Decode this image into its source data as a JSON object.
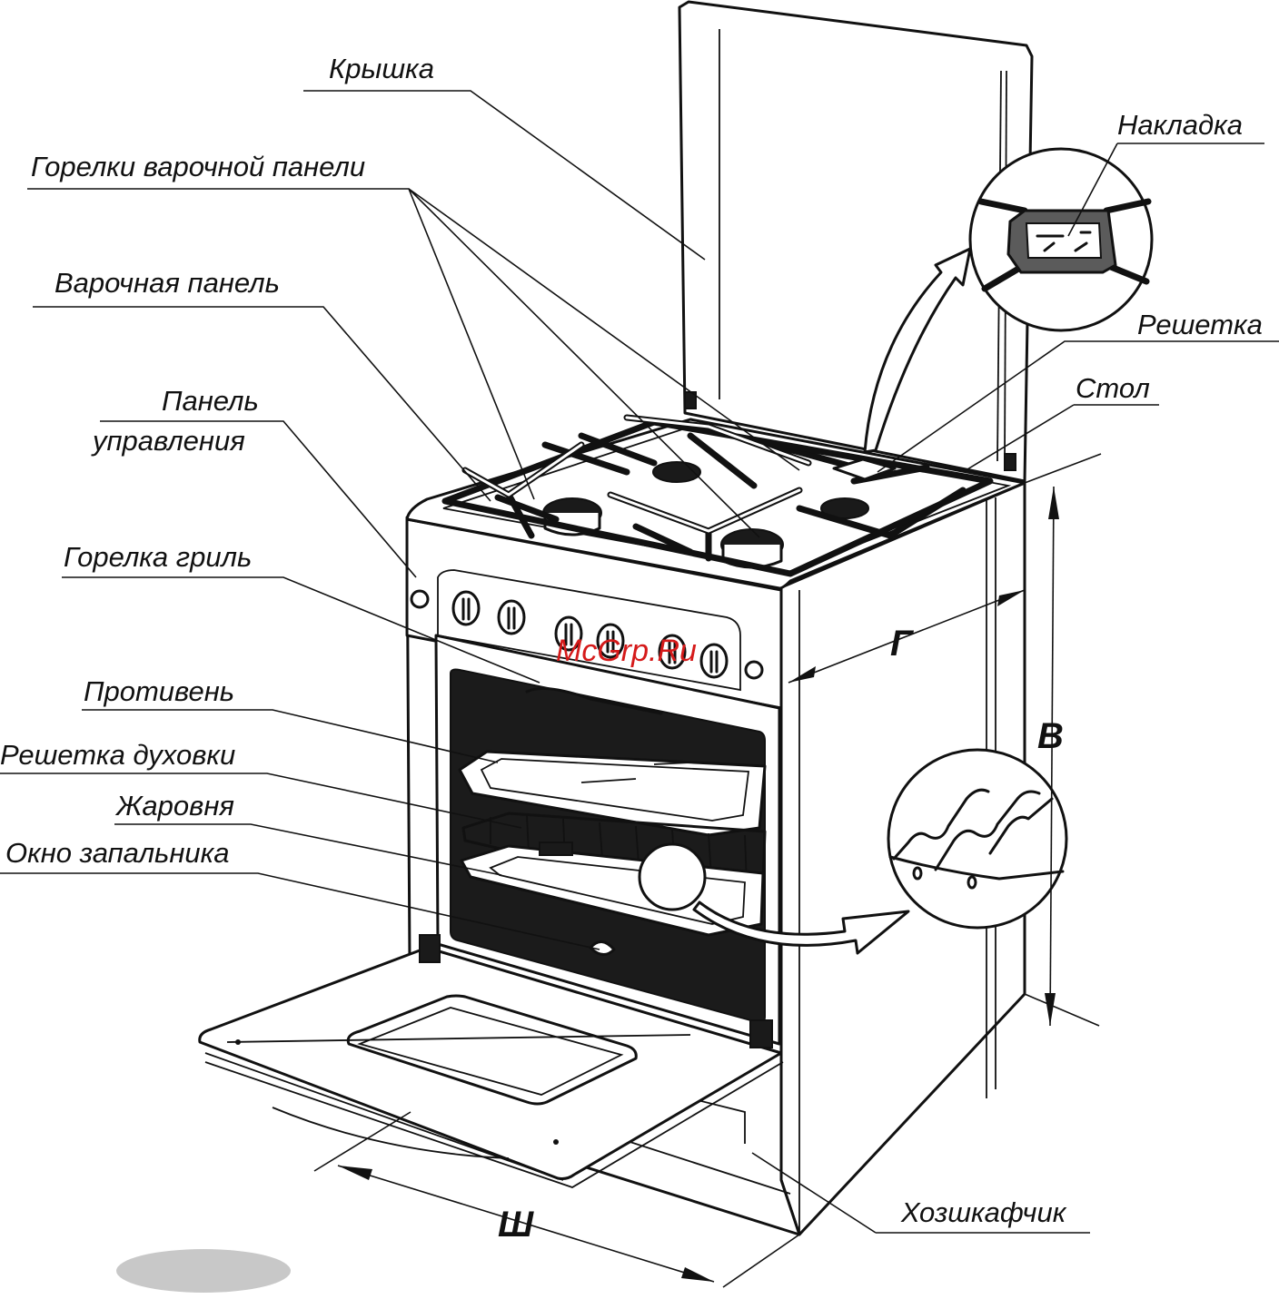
{
  "labels": {
    "lid": "Крышка",
    "hob_burners": "Горелки варочной панели",
    "hob": "Варочная панель",
    "control_panel_1": "Панель",
    "control_panel_2": "управления",
    "grill_burner": "Горелка гриль",
    "baking_tray": "Противень",
    "oven_rack": "Решетка духовки",
    "roasting_pan": "Жаровня",
    "ignition_window": "Окно запальника",
    "burner_cap": "Накладка",
    "grate": "Решетка",
    "table_top": "Стол",
    "storage_drawer": "Хозшкафчик"
  },
  "dimensions": {
    "depth": "Г",
    "height": "В",
    "width": "Ш"
  },
  "watermark": "McGrp.Ru",
  "colors": {
    "line": "#111111",
    "watermark": "#d51a1a",
    "floor_shadow": "#c8c8c8"
  }
}
